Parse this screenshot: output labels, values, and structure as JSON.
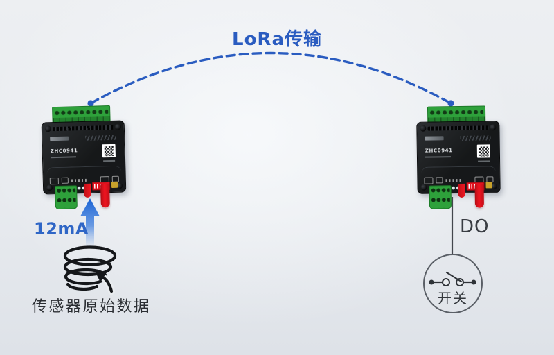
{
  "colors": {
    "accent": "#2a5cc0",
    "arrow_blue": "#1a63d4",
    "bg_top": "#edeff2",
    "bg_bottom": "#dee2e8",
    "text_dark": "#2b2e33",
    "device_black": "#17191c",
    "terminal_green": "#2ea13b",
    "antenna_red": "#e8131d",
    "coil_black": "#15171a",
    "wire_gray": "#43474d"
  },
  "link": {
    "label": "LoRa传输",
    "style": "dashed-arc-with-end-dots"
  },
  "devices": [
    {
      "side": "left",
      "model": "ZHC0941"
    },
    {
      "side": "right",
      "model": "ZHC0941"
    }
  ],
  "sensor_flow": {
    "current_label": "12mA",
    "caption": "传感器原始数据"
  },
  "output_flow": {
    "signal_label": "DO",
    "switch_label": "开关"
  },
  "icons": {
    "coil": "sensor-coil-icon",
    "up_arrow": "signal-up-arrow-icon",
    "switch": "switch-contact-icon",
    "qr": "qr-code-icon",
    "antenna": "antenna-connector-icon"
  }
}
